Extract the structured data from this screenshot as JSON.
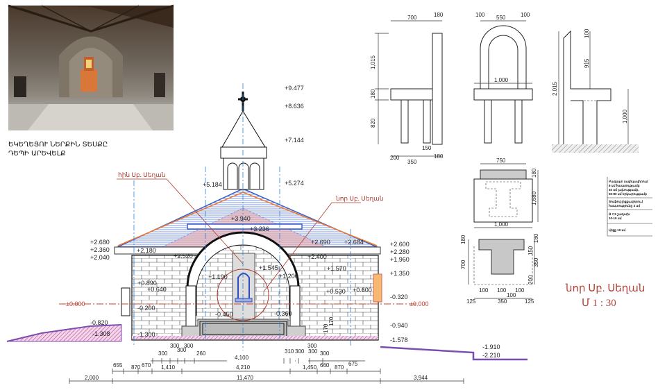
{
  "photo_caption": [
    "ԵԿԵՂԵՑՈՒ ՆԵՐՔԻՆ ՏԵՍՔԸ",
    "ԴԵՊԻ ԱՐԵՎԵԼՔ"
  ],
  "labels": {
    "old_altar": "հին Սբ. Սեղան",
    "new_altar": "նոր Սբ. Սեղան"
  },
  "scale": {
    "name": "նոր Սբ. Սեղան",
    "ratio": "Մ  1 : 30"
  },
  "elevations": {
    "tower": [
      "+9.477",
      "+8.636",
      "+7.144",
      "+5.274",
      "+5.184"
    ],
    "left": [
      "+2.680",
      "+2.360",
      "+2.040",
      "-0.820",
      "-1.308"
    ],
    "right": [
      "+2.600",
      "+2.280",
      "+1.960",
      "+1.350",
      "-0.320",
      "-0.940",
      "-1.578",
      "-1.910",
      "-2.210"
    ],
    "zero": "±0.000",
    "interior": [
      "+2.180",
      "+2.520",
      "+3.236",
      "+1.545",
      "+1.190",
      "+1.200",
      "+1.570",
      "+2.400",
      "+2.684",
      "+0.890",
      "+0.640",
      "-0.200",
      "-1.300",
      "+0.530",
      "+0.600",
      "-0.450",
      "-0.360",
      "170",
      "170",
      "+3.940",
      "+2.690"
    ]
  },
  "dimensions": {
    "row_top": [
      "300",
      "300",
      "300",
      "300",
      "260",
      "4,100",
      "310",
      "300",
      "300",
      "300",
      "300"
    ],
    "row_mid": [
      "655",
      "870",
      "670",
      "1,410",
      "4,210",
      "1,450",
      "660",
      "870",
      "675"
    ],
    "row_bottom": [
      "2,000",
      "11,470",
      "3,944"
    ]
  },
  "chair_dims": {
    "side": [
      "700",
      "180",
      "1,015",
      "180",
      "820",
      "200",
      "350",
      "150",
      "180"
    ],
    "front": [
      "100",
      "550",
      "100",
      "1,000"
    ],
    "profile": [
      "100",
      "915",
      "2,015",
      "1,000"
    ],
    "plan": [
      "750",
      "180",
      "1,680",
      "1,000"
    ],
    "section": [
      "180",
      "700",
      "180",
      "150",
      "350",
      "200",
      "100",
      "100",
      "100",
      "125",
      "350",
      "125",
      "100"
    ]
  },
  "legend_notes": [
    "Բազալտ սալիկավորում",
    "8 սմ հաստությամբ",
    "40 սմ լայնությամբ,",
    "50-80 սմ երկարությամբ",
    "Տուֆով լիցքավորում",
    "հաստությունը 3 սմ",
    "Ց 7,5 շաղախ",
    "10-15 սմ",
    "Լիցք 10 սմ"
  ],
  "colors": {
    "accent_red": "#b5443a",
    "axis_blue": "#2a7fd4",
    "roof_orange": "#f07a2a",
    "roof_blue": "#3c5fc9",
    "ground_purple": "#7a4fb0"
  }
}
